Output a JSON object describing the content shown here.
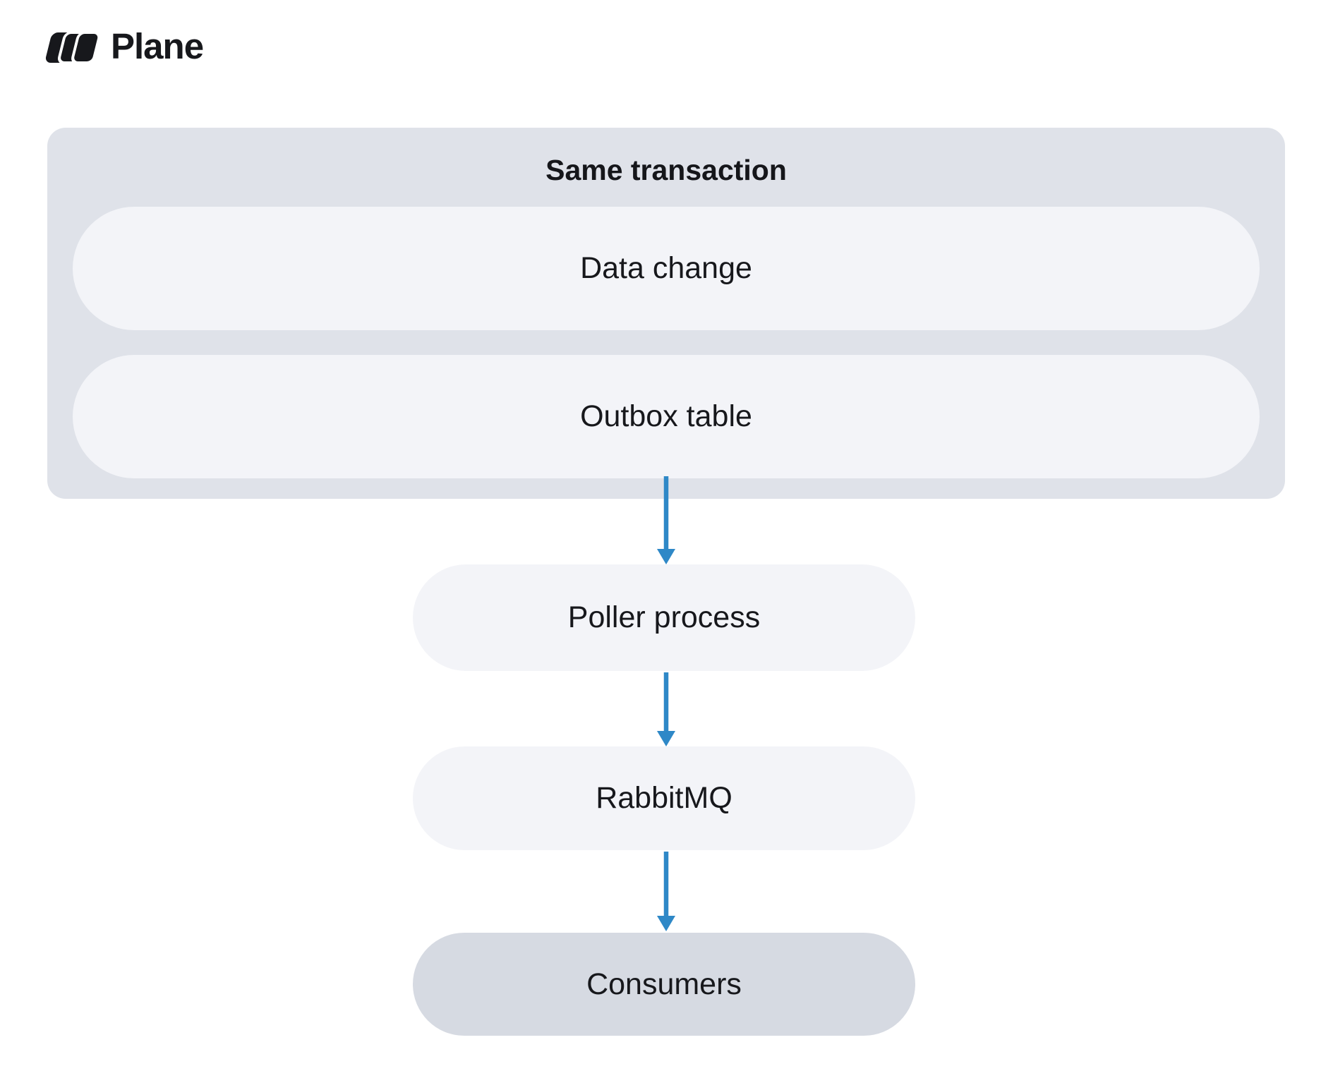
{
  "logo": {
    "text": "Plane",
    "icon": "plane-logo-icon"
  },
  "container": {
    "title": "Same transaction"
  },
  "nodes": {
    "data_change": {
      "label": "Data change"
    },
    "outbox_table": {
      "label": "Outbox table"
    },
    "poller_process": {
      "label": "Poller process"
    },
    "rabbitmq": {
      "label": "RabbitMQ"
    },
    "consumers": {
      "label": "Consumers"
    }
  },
  "edges": [
    {
      "from": "Outbox table",
      "to": "Poller process"
    },
    {
      "from": "Poller process",
      "to": "RabbitMQ"
    },
    {
      "from": "RabbitMQ",
      "to": "Consumers"
    }
  ],
  "colors": {
    "arrow": "#2e88c7",
    "container_bg": "#dfe2e9",
    "node_bg": "#f3f4f8",
    "consumers_bg": "#d6dae2",
    "text": "#17181c",
    "logo": "#17181c",
    "page_bg": "#ffffff"
  }
}
